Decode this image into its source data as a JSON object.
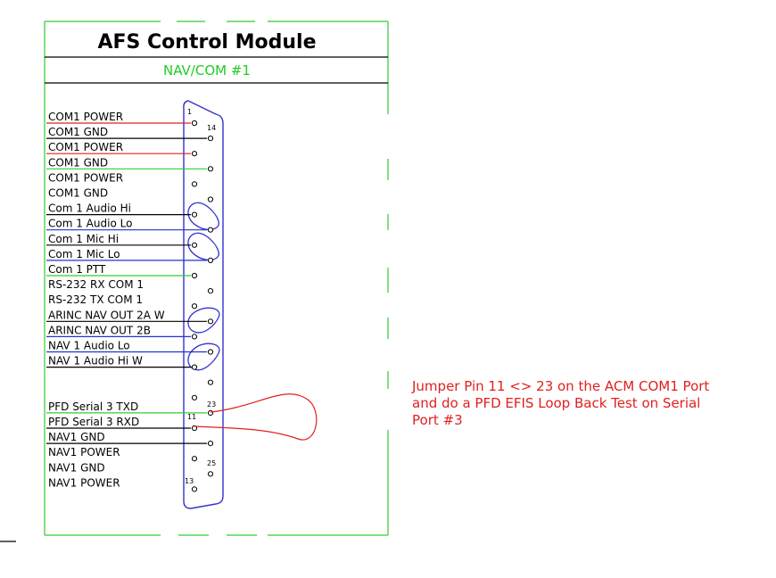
{
  "module": {
    "title": "AFS Control Module",
    "subtitle": "NAV/COM #1"
  },
  "colors": {
    "frame": "#33cc33",
    "connector": "#3333cc",
    "wire_red": "#e02020",
    "wire_black": "#000000",
    "wire_green": "#33cc33",
    "wire_blue": "#2233cc",
    "subtitle": "#22cc22",
    "note": "#e02020"
  },
  "pins": [
    {
      "label": "COM1 POWER",
      "wire": "red"
    },
    {
      "label": "COM1 GND",
      "wire": "black"
    },
    {
      "label": "COM1 POWER",
      "wire": "red"
    },
    {
      "label": "COM1 GND",
      "wire": "green"
    },
    {
      "label": "COM1 POWER",
      "wire": "none"
    },
    {
      "label": "COM1 GND",
      "wire": "none"
    },
    {
      "label": "Com 1 Audio Hi",
      "wire": "black"
    },
    {
      "label": "Com 1 Audio Lo",
      "wire": "blue"
    },
    {
      "label": "Com 1 Mic Hi",
      "wire": "black"
    },
    {
      "label": "Com 1 Mic Lo",
      "wire": "blue"
    },
    {
      "label": "Com 1 PTT",
      "wire": "green"
    },
    {
      "label": "RS-232 RX  COM 1",
      "wire": "none"
    },
    {
      "label": "RS-232 TX  COM 1",
      "wire": "none"
    },
    {
      "label": "ARINC NAV OUT 2A W",
      "wire": "black"
    },
    {
      "label": "ARINC NAV OUT 2B",
      "wire": "blue"
    },
    {
      "label": "NAV 1 Audio Lo",
      "wire": "blue"
    },
    {
      "label": "NAV 1 Audio Hi W",
      "wire": "black"
    },
    {
      "label": "",
      "wire": "none"
    },
    {
      "label": "",
      "wire": "none"
    },
    {
      "label": "PFD Serial 3 TXD",
      "wire": "green"
    },
    {
      "label": "PFD Serial 3 RXD",
      "wire": "black"
    },
    {
      "label": "NAV1 GND",
      "wire": "black"
    },
    {
      "label": "NAV1 POWER",
      "wire": "none"
    },
    {
      "label": "NAV1 GND",
      "wire": "none"
    },
    {
      "label": "NAV1 POWER",
      "wire": "none"
    }
  ],
  "pin_numbers": [
    "1",
    "14",
    "23",
    "11",
    "25",
    "13"
  ],
  "note": {
    "lines": [
      "Jumper Pin 11 <> 23 on the ACM COM1 Port",
      "and do a PFD EFIS Loop Back Test on Serial",
      "Port #3"
    ]
  }
}
